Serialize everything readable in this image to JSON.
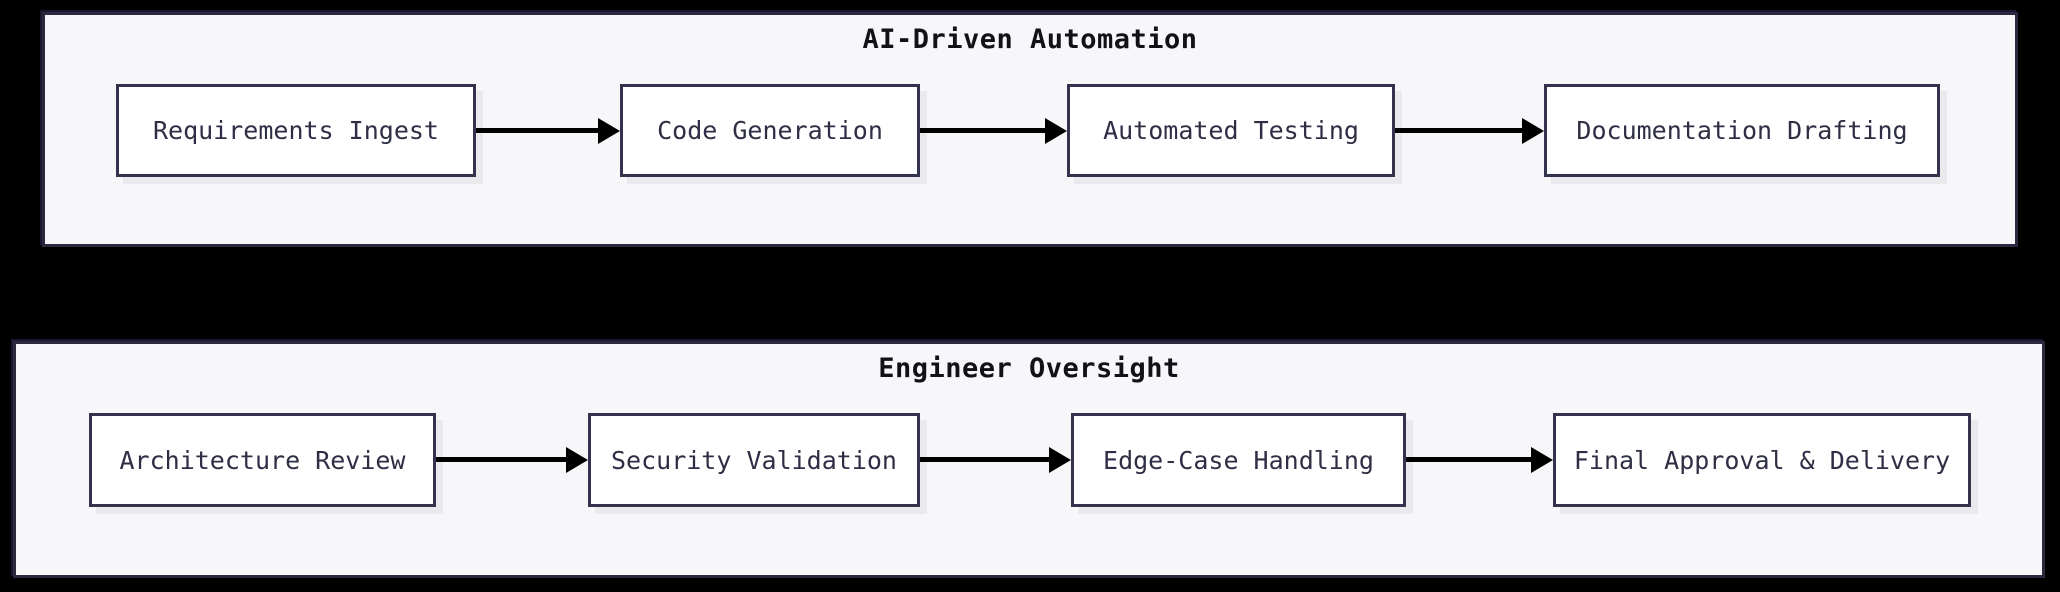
{
  "diagram": {
    "type": "flowchart",
    "direction": "left-to-right",
    "background_color": "#000000",
    "colors": {
      "container_fill": "#f7f7f9",
      "container_border": "#2e283f",
      "node_fill": "#ffffff",
      "node_border": "#33334d",
      "node_text": "#2e2e44",
      "title_text": "#111118",
      "arrow": "#000000"
    },
    "groups": [
      {
        "title": "AI-Driven Automation",
        "nodes": [
          {
            "label": "Requirements Ingest"
          },
          {
            "label": "Code Generation"
          },
          {
            "label": "Automated Testing"
          },
          {
            "label": "Documentation Drafting"
          }
        ],
        "edges": [
          {
            "from": "Requirements Ingest",
            "to": "Code Generation"
          },
          {
            "from": "Code Generation",
            "to": "Automated Testing"
          },
          {
            "from": "Automated Testing",
            "to": "Documentation Drafting"
          }
        ]
      },
      {
        "title": "Engineer Oversight",
        "nodes": [
          {
            "label": "Architecture Review"
          },
          {
            "label": "Security Validation"
          },
          {
            "label": "Edge-Case Handling"
          },
          {
            "label": "Final Approval & Delivery"
          }
        ],
        "edges": [
          {
            "from": "Architecture Review",
            "to": "Security Validation"
          },
          {
            "from": "Security Validation",
            "to": "Edge-Case Handling"
          },
          {
            "from": "Edge-Case Handling",
            "to": "Final Approval & Delivery"
          }
        ]
      }
    ]
  }
}
